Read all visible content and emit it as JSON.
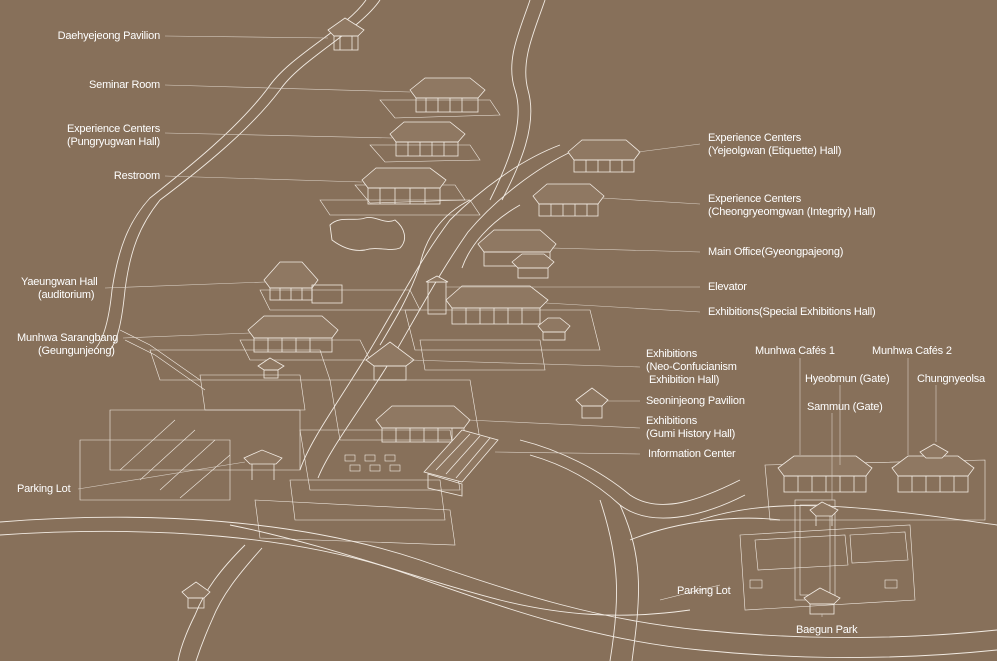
{
  "map": {
    "background": "#87705a",
    "line_color": "#f2ebe3",
    "labels": {
      "daehyejeong": "Daehyejeong Pavilion",
      "seminar": "Seminar Room",
      "exp_pungryu_1": "Experience Centers",
      "exp_pungryu_2": "(Pungryugwan Hall)",
      "restroom": "Restroom",
      "yaeungwan_1": "Yaeungwan Hall",
      "yaeungwan_2": "(auditorium)",
      "sarangbang_1": "Munhwa Sarangbang",
      "sarangbang_2": "(Geungunjeong)",
      "parking_left": "Parking Lot",
      "exp_yejeol_1": "Experience Centers",
      "exp_yejeol_2": "(Yejeolgwan (Etiquette) Hall)",
      "exp_cheong_1": "Experience Centers",
      "exp_cheong_2": "(Cheongryeomgwan (Integrity) Hall)",
      "main_office": "Main Office(Gyeongpajeong)",
      "elevator": "Elevator",
      "special_exh": "Exhibitions(Special Exhibitions Hall)",
      "neo_1": "Exhibitions",
      "neo_2": "(Neo-Confucianism",
      "neo_3": "Exhibition Hall)",
      "seoninjeong": "Seoninjeong Pavilion",
      "gumi_1": "Exhibitions",
      "gumi_2": "(Gumi History Hall)",
      "info_center": "Information Center",
      "cafe1": "Munhwa Cafés 1",
      "cafe2": "Munhwa Cafés 2",
      "hyeobmun": "Hyeobmun (Gate)",
      "sammun": "Sammun (Gate)",
      "chungnyeolsa": "Chungnyeolsa",
      "parking_right": "Parking Lot",
      "baegun": "Baegun Park"
    }
  }
}
